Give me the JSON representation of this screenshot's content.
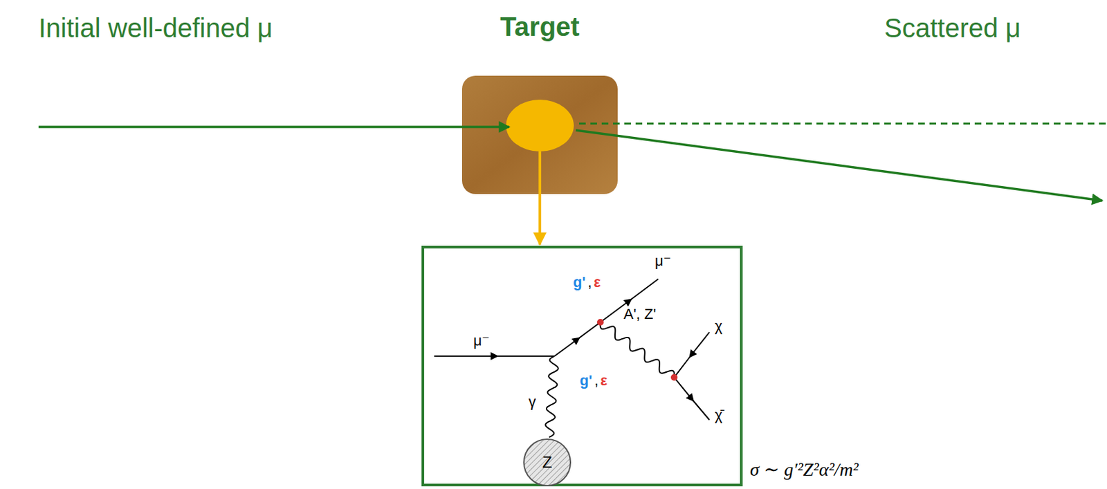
{
  "diagram": {
    "nodes": [
      {
        "text": [
          "Target"
        ]
      },
      {
        "text": [
          "μ⁻",
          "g'",
          ",",
          "ε",
          "A', Z'",
          "χ",
          "μ⁻",
          "γ",
          "g'",
          ",",
          "ε",
          "χ̄"
        ]
      },
      {
        "text": [
          "Z"
        ],
        "in": 1
      }
    ],
    "edges": [
      {
        "from": 0,
        "to": 1,
        "arrow": "to"
      }
    ],
    "labels": [
      "Initial well-defined μ",
      "Scattered μ",
      "σ ∼ g′²Z²α²/m²"
    ]
  }
}
